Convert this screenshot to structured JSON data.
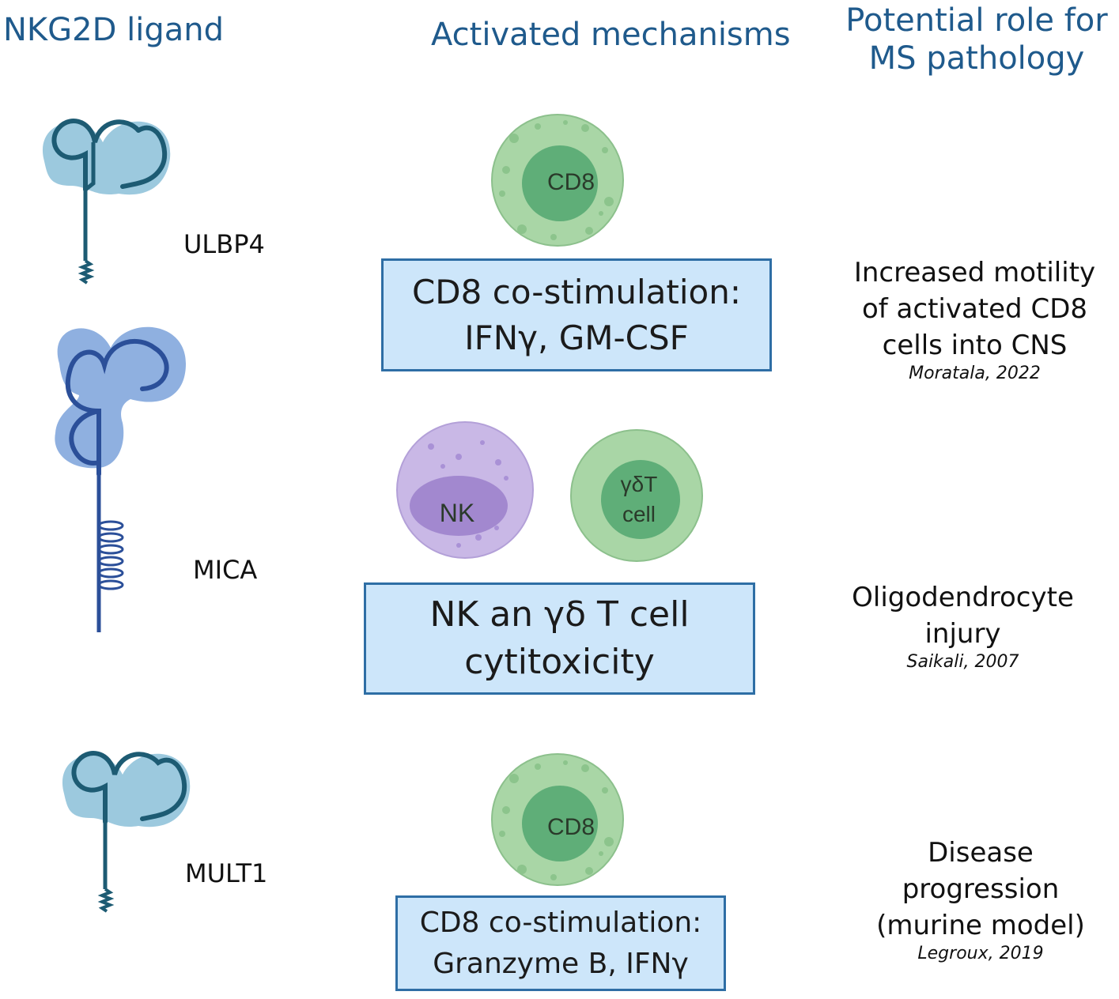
{
  "headers": {
    "ligand": "NKG2D ligand",
    "mechanisms": "Activated mechanisms",
    "role_line1": "Potential role for",
    "role_line2": "MS pathology"
  },
  "ligands": [
    {
      "name": "ULBP4"
    },
    {
      "name": "MICA"
    },
    {
      "name": "MULT1"
    }
  ],
  "cells": {
    "cd8_top": "CD8",
    "nk": "NK",
    "gd_line1": "γδT",
    "gd_line2": "cell",
    "cd8_bottom": "CD8"
  },
  "mechanisms": [
    {
      "line1": "CD8 co-stimulation:",
      "line2": "IFNγ, GM-CSF"
    },
    {
      "line1": "NK an γδ T cell",
      "line2": "cytitoxicity"
    },
    {
      "line1": "CD8 co-stimulation:",
      "line2": "Granzyme B, IFNγ"
    }
  ],
  "roles": [
    {
      "line1": "Increased motility",
      "line2": "of activated CD8",
      "line3": "cells into CNS",
      "ref": "Moratala, 2022"
    },
    {
      "line1": "Oligodendrocyte",
      "line2": "injury",
      "ref": "Saikali, 2007"
    },
    {
      "line1": "Disease",
      "line2": "progression",
      "line3": "(murine model)",
      "ref": "Legroux, 2019"
    }
  ],
  "colors": {
    "header_blue": "#1f5a8c",
    "box_fill": "#cde6fa",
    "box_border": "#2e6ea5",
    "ligand_fill_light": "#9cc9de",
    "ligand_fill_mica": "#8fb0e0",
    "cd8_outer": "#a9d6a6",
    "cd8_inner": "#5fae78",
    "nk_outer": "#c9b8e6",
    "nk_inner": "#a288cf"
  }
}
